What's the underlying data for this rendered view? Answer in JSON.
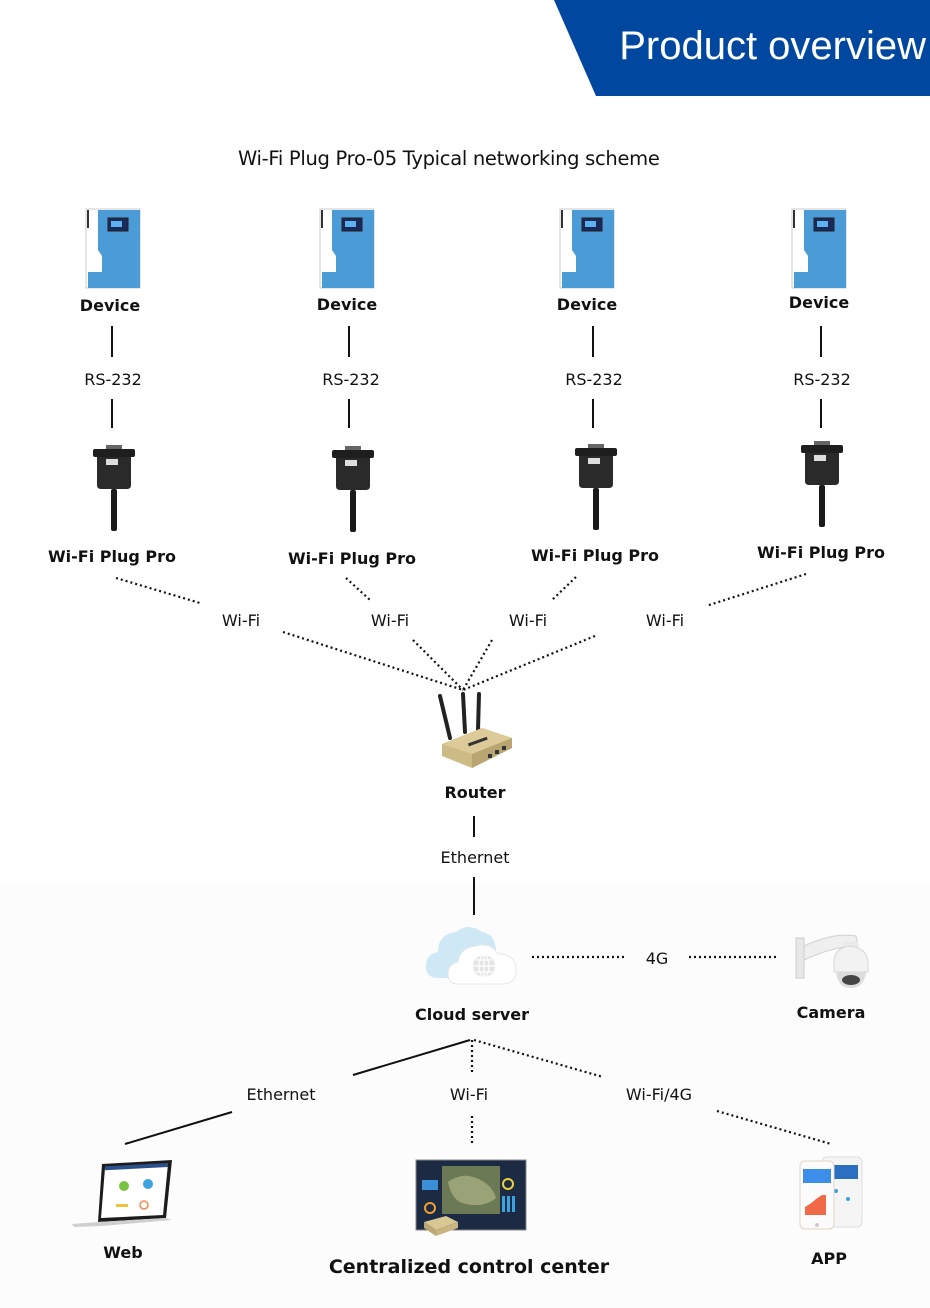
{
  "header": {
    "banner_title": "Product overview",
    "banner_color": "#0047a0"
  },
  "diagram": {
    "subtitle": "Wi-Fi Plug Pro-05 Typical networking scheme",
    "columns": [
      {
        "device_label": "Device",
        "link_label": "RS-232",
        "plug_label": "Wi-Fi Plug Pro",
        "wifi_label": "Wi-Fi"
      },
      {
        "device_label": "Device",
        "link_label": "RS-232",
        "plug_label": "Wi-Fi Plug Pro",
        "wifi_label": "Wi-Fi"
      },
      {
        "device_label": "Device",
        "link_label": "RS-232",
        "plug_label": "Wi-Fi Plug Pro",
        "wifi_label": "Wi-Fi"
      },
      {
        "device_label": "Device",
        "link_label": "RS-232",
        "plug_label": "Wi-Fi Plug Pro",
        "wifi_label": "Wi-Fi"
      }
    ],
    "router": {
      "label": "Router",
      "uplink_label": "Ethernet",
      "icon": "router-icon"
    },
    "cloud": {
      "label": "Cloud server",
      "icon": "cloud-server-icon"
    },
    "camera": {
      "label": "Camera",
      "link_label": "4G",
      "icon": "ptz-camera-icon"
    },
    "clients": [
      {
        "label": "Web",
        "link_label": "Ethernet",
        "icon": "laptop-icon"
      },
      {
        "label": "Centralized control center",
        "link_label": "Wi-Fi",
        "icon": "video-wall-icon"
      },
      {
        "label": "APP",
        "link_label": "Wi-Fi/4G",
        "icon": "smartphone-app-icon"
      }
    ],
    "colors": {
      "device_blue": "#4a9bd6",
      "line": "#111111",
      "router_gold": "#cdbb86",
      "cloud_blue": "#cfe8f6"
    }
  }
}
